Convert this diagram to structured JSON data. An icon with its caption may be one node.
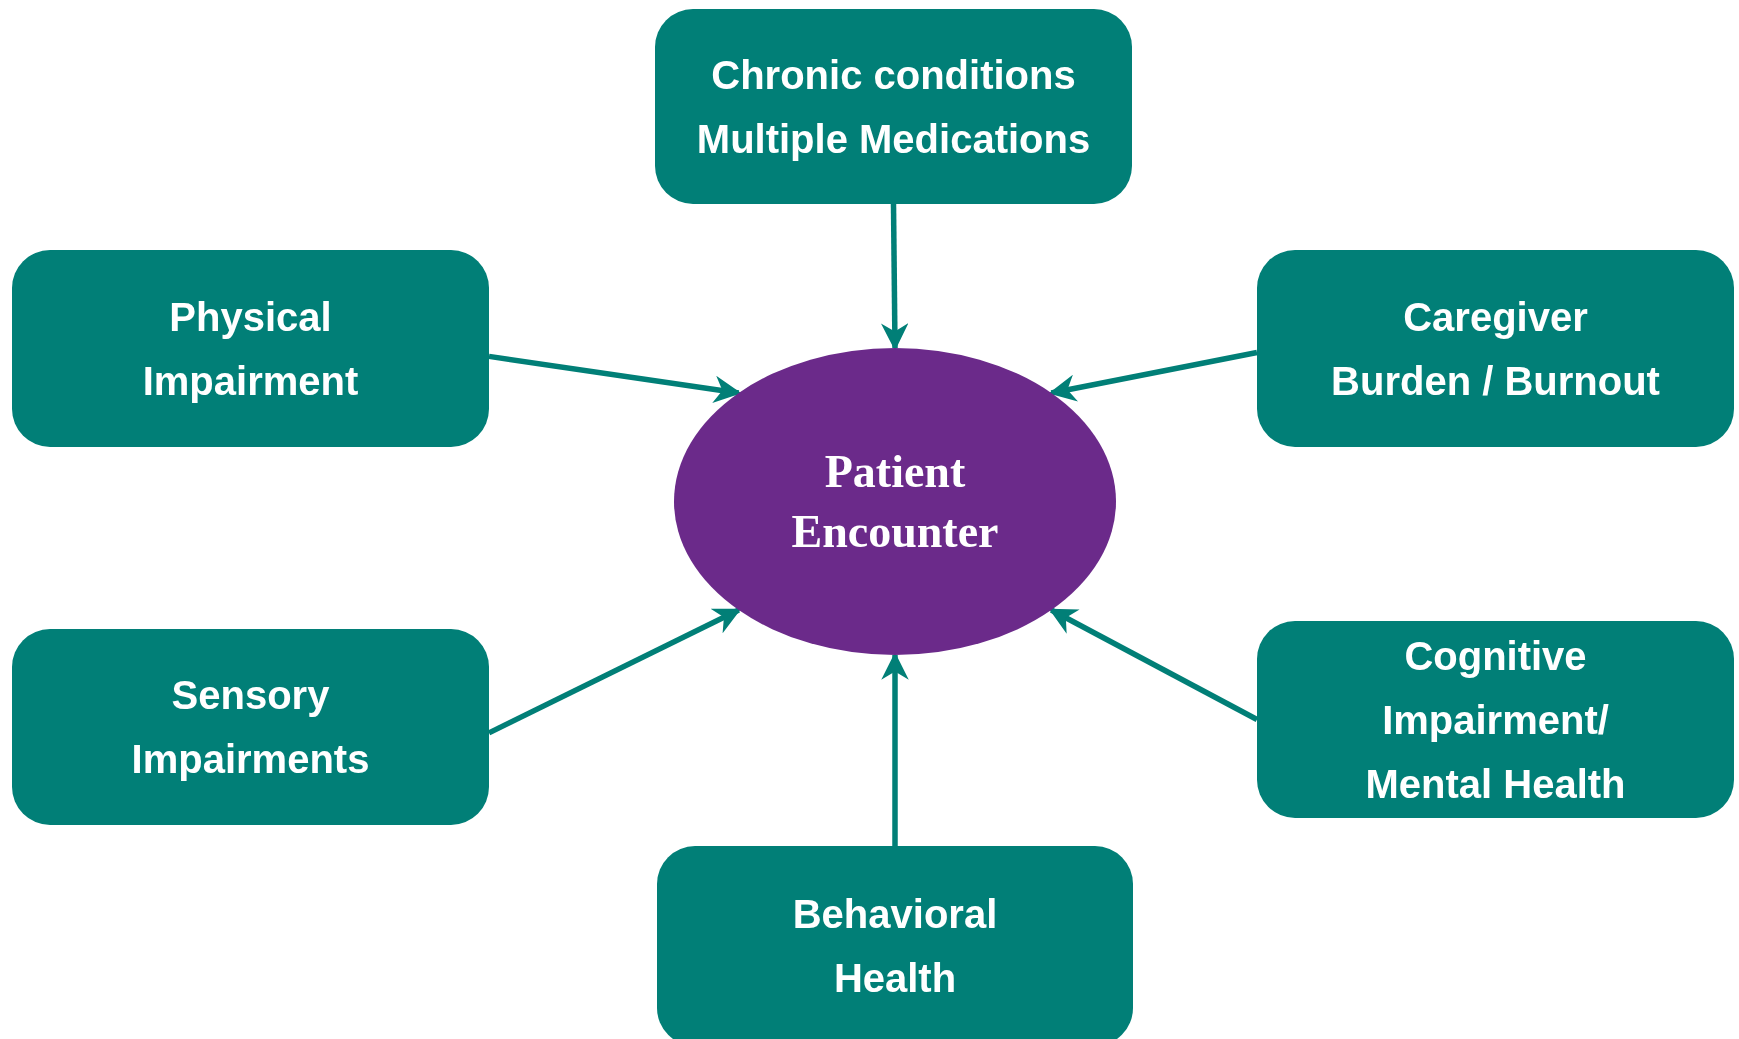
{
  "diagram": {
    "nodes": [
      {
        "text": [
          "Chronic conditions Multiple Medications"
        ]
      },
      {
        "text": [
          "Physical Impairment"
        ]
      },
      {
        "text": [
          "Caregiver Burden / Burnout"
        ]
      },
      {
        "text": [
          "Patient Encounter"
        ]
      },
      {
        "text": [
          "Sensory Impairments"
        ]
      },
      {
        "text": [
          "Cognitive Impairment/ Mental Health"
        ]
      },
      {
        "text": [
          "Behavioral Health"
        ]
      }
    ],
    "edges": [
      {
        "from": 0,
        "to": 3,
        "arrow": "to"
      },
      {
        "from": 1,
        "to": 3,
        "arrow": "to"
      },
      {
        "from": 2,
        "to": 3,
        "arrow": "to"
      },
      {
        "from": 4,
        "to": 3,
        "arrow": "to"
      },
      {
        "from": 5,
        "to": 3,
        "arrow": "to"
      },
      {
        "from": 6,
        "to": 3,
        "arrow": "to"
      }
    ]
  }
}
